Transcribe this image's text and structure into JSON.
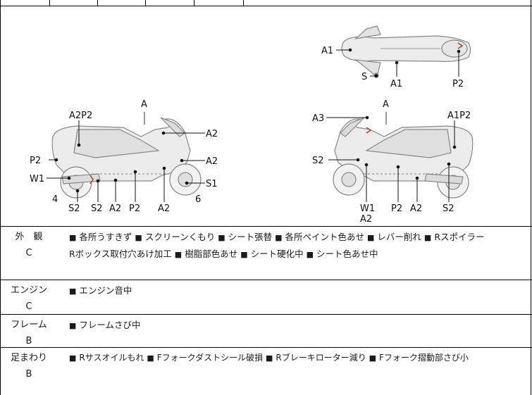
{
  "diagram": {
    "labels": {
      "top_A1_left": "A1",
      "top_S": "S",
      "top_A1_bottom": "A1",
      "top_P2": "P2",
      "left_A": "A",
      "left_A2P2": "A2P2",
      "left_A2_a": "A2",
      "left_P2": "P2",
      "left_A2_b": "A2",
      "left_W1": "W1",
      "left_S1": "S1",
      "left_4": "4",
      "left_6": "6",
      "left_S2_a": "S2",
      "left_S2_b": "S2",
      "left_A2_c": "A2",
      "left_P2_b": "P2",
      "left_A2_d": "A2",
      "right_A": "A",
      "right_A3": "A3",
      "right_A1P2": "A1P2",
      "right_S2_a": "S2",
      "right_W1": "W1",
      "right_A2_a": "A2",
      "right_P2": "P2",
      "right_A2_b": "A2",
      "right_S2_b": "S2"
    }
  },
  "rows": [
    {
      "category": "外　観",
      "grade": "C",
      "items": [
        "各所うすきず",
        "スクリーンくもり",
        "シート張替",
        "各所ペイント色あせ",
        "レバー削れ",
        "Rスポイラー",
        "Rボックス取付穴あけ加工",
        "樹脂部色あせ",
        "シート硬化中",
        "シート色あせ中"
      ]
    },
    {
      "category": "エンジン",
      "grade": "C",
      "items": [
        "エンジン音中"
      ]
    },
    {
      "category": "フレーム",
      "grade": "B",
      "items": [
        "フレームさび中"
      ]
    },
    {
      "category": "足まわり",
      "grade": "B",
      "items": [
        "Rサスオイルもれ",
        "Fフォークダストシール破損",
        "Rブレーキローター減り",
        "Fフォーク摺動部さび小"
      ]
    }
  ],
  "bullet": "■"
}
